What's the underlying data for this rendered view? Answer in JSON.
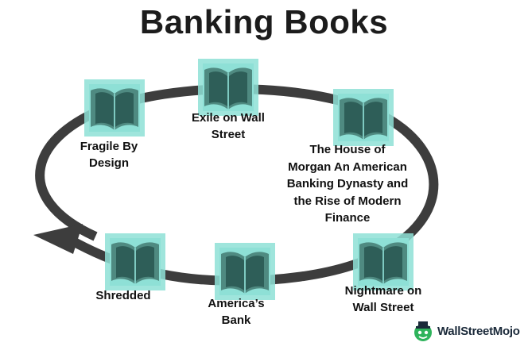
{
  "title": "Banking Books",
  "colors": {
    "arrow": "#3d3d3d",
    "book_bg": "#8ee0d6",
    "book_dark": "#2e5e58",
    "book_mid": "#4f8a81",
    "text": "#111111",
    "logo_green": "#2eb35b"
  },
  "books": [
    {
      "icon": "open-book-icon",
      "lines": [
        "Exile on Wall",
        "Street"
      ]
    },
    {
      "icon": "open-book-icon",
      "lines": [
        "Fragile By",
        "Design"
      ]
    },
    {
      "icon": "open-book-icon",
      "lines": [
        "The House of",
        "Morgan An American",
        "Banking Dynasty and",
        "the Rise of Modern",
        "Finance"
      ]
    },
    {
      "icon": "open-book-icon",
      "lines": [
        "Shredded"
      ]
    },
    {
      "icon": "open-book-icon",
      "lines": [
        "America’s",
        "Bank"
      ]
    },
    {
      "icon": "open-book-icon",
      "lines": [
        "Nightmare on",
        "Wall Street"
      ]
    }
  ],
  "logo": {
    "text": "WallStreetMojo",
    "icon": "mascot-logo-icon"
  }
}
